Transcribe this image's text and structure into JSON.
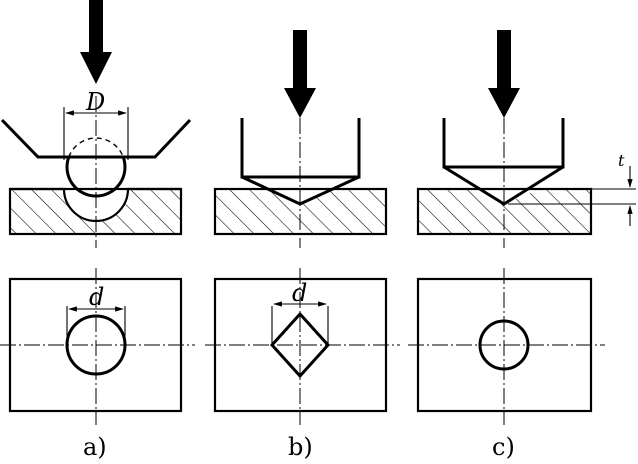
{
  "labels": {
    "dim_D": "D",
    "dim_d_a": "d",
    "dim_d_b": "d",
    "dim_t": "t",
    "caption_a": "a)",
    "caption_b": "b)",
    "caption_c": "c)"
  }
}
